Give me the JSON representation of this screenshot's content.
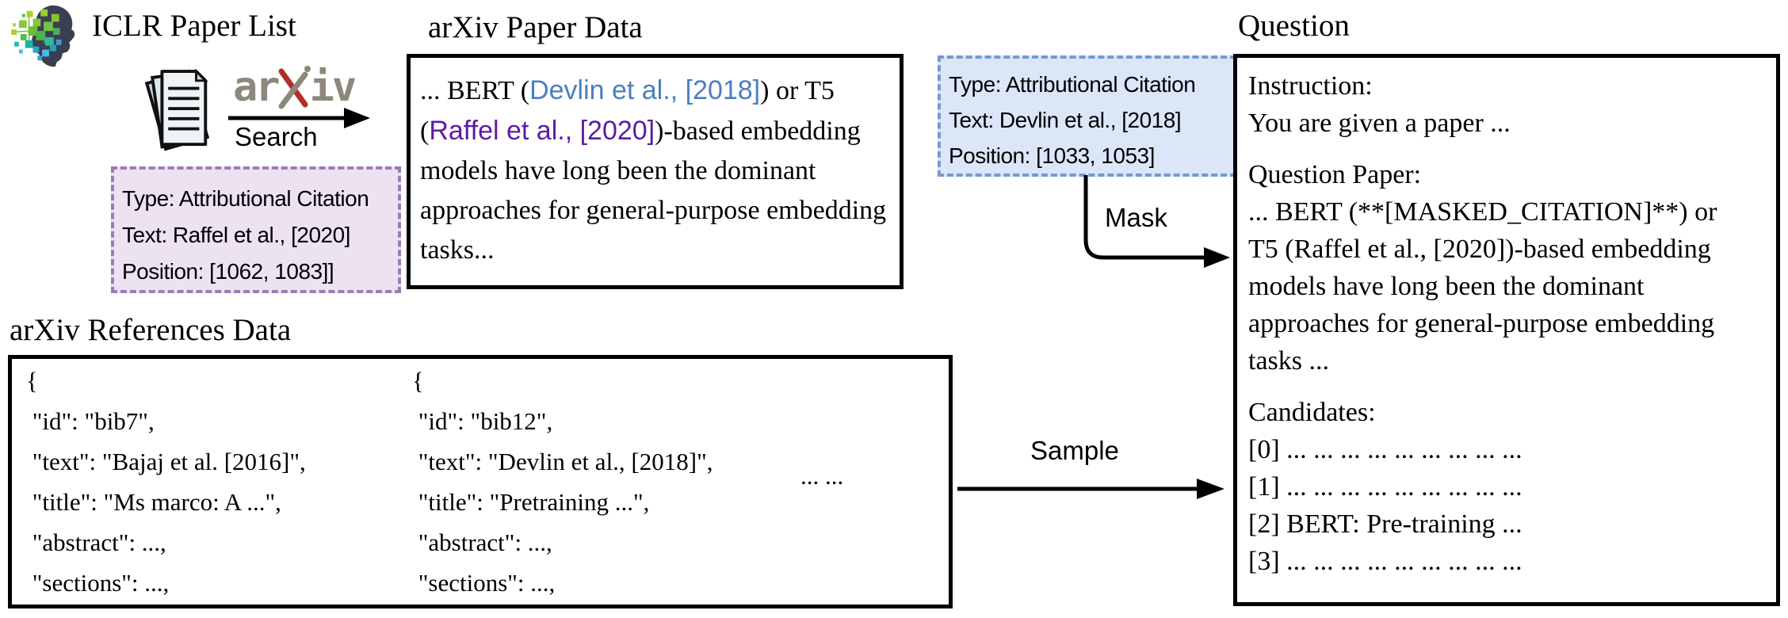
{
  "header": {
    "iclr_title": "ICLR Paper List"
  },
  "icons": {
    "iclr_logo": "iclr-brain-head-logo",
    "paper_stack": "paper-stack-icon",
    "arxiv_chi": "arxiv-chi-icon"
  },
  "arxiv_logo": {
    "ar": "ar",
    "iv": "iv"
  },
  "arrows": {
    "search": "Search",
    "mask": "Mask",
    "sample": "Sample"
  },
  "purple_annotation": {
    "type_line": "Type: Attributional Citation",
    "text_line": "Text: Raffel et al., [2020]",
    "position_line": "Position: [1062, 1083]]"
  },
  "blue_annotation": {
    "type_line": "Type: Attributional Citation",
    "text_line": "Text: Devlin et al., [2018]",
    "position_line": "Position: [1033, 1053]"
  },
  "paper_box": {
    "title": "arXiv Paper Data",
    "l1a": "... BERT (",
    "l1cite": "Devlin et al., [2018]",
    "l1b": ") or T5",
    "l2a": "(",
    "l2cite": "Raffel et al., [2020]",
    "l2b": ")-based embedding",
    "l3": "models have long been the dominant",
    "l4": "approaches for general-purpose embedding",
    "l5": "tasks..."
  },
  "question_box": {
    "title": "Question",
    "instruction_label": "Instruction:",
    "instruction_text": "You are given a paper ...",
    "paper_label": "Question Paper:",
    "p1": "... BERT (**[MASKED_CITATION]**) or",
    "p2": "T5 (Raffel et al., [2020])-based embedding",
    "p3": "models have long been the dominant",
    "p4": "approaches for general-purpose embedding",
    "p5": "tasks ...",
    "candidates_label": "Candidates:",
    "c0": "[0] ... ... ... ... ... ... ... ... ...",
    "c1": "[1] ... ... ... ... ... ... ... ... ...",
    "c2": "[2] BERT: Pre-training ...",
    "c3": "[3] ... ... ... ... ... ... ... ... ..."
  },
  "refs_box": {
    "title": "arXiv References Data",
    "entry1": [
      "{",
      " \"id\": \"bib7\",",
      " \"text\": \"Bajaj et al. [2016]\",",
      " \"title\": \"Ms marco: A ...\",",
      " \"abstract\": ...,",
      " \"sections\": ...,"
    ],
    "entry2": [
      "{",
      " \"id\": \"bib12\",",
      " \"text\": \"Devlin et al., [2018]\",",
      " \"title\": \"Pretraining ...\",",
      " \"abstract\": ...,",
      " \"sections\": ...,"
    ],
    "ellipsis": "... ..."
  },
  "colors": {
    "citation_blue": "#4a7fc1",
    "citation_purple": "#5c1ba6",
    "purple_box_bg": "#ece2f2",
    "purple_box_border": "#9d7bb9",
    "blue_box_bg": "#dbe6f8",
    "blue_box_border": "#7599d1",
    "arxiv_red": "#b22f25",
    "arxiv_gray": "#8d887b",
    "logo_head": "#3a3f52"
  }
}
